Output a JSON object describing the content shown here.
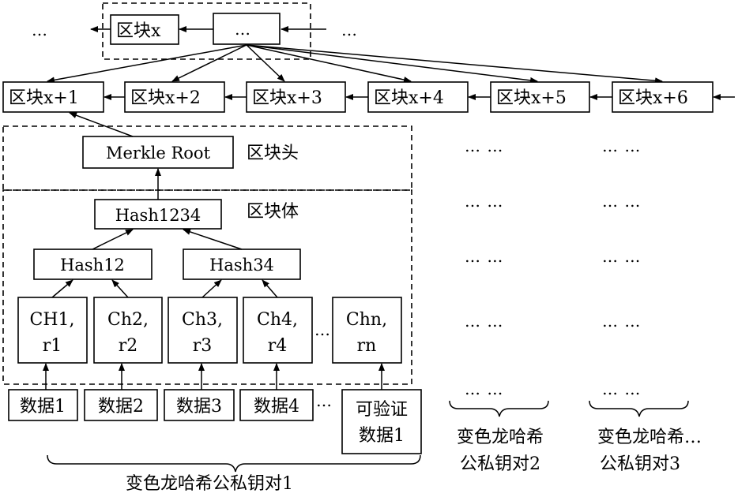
{
  "chain": {
    "top_left_dots": "…",
    "top_right_dots": "…",
    "block_x": "区块x",
    "block_x_ellipsis": "…",
    "blocks": [
      "区块x+1",
      "区块x+2",
      "区块x+3",
      "区块x+4",
      "区块x+5",
      "区块x+6"
    ]
  },
  "header": {
    "merkle_root": "Merkle Root",
    "label": "区块头"
  },
  "body": {
    "label": "区块体",
    "hash1234": "Hash1234",
    "hash12": "Hash12",
    "hash34": "Hash34",
    "ch_nodes": [
      {
        "line1": "CH1,",
        "line2": "r1"
      },
      {
        "line1": "Ch2,",
        "line2": "r2"
      },
      {
        "line1": "Ch3,",
        "line2": "r3"
      },
      {
        "line1": "Ch4,",
        "line2": "r4"
      },
      {
        "line1": "Chn,",
        "line2": "rn"
      }
    ],
    "ch_gap_dots": "…"
  },
  "data": {
    "items": [
      "数据1",
      "数据2",
      "数据3",
      "数据4"
    ],
    "gap_dots": "…",
    "verifiable": {
      "line1": "可验证",
      "line2": "数据1"
    }
  },
  "key_pairs": {
    "pair1": "变色龙哈希公私钥对1",
    "pair2": {
      "line1": "变色龙哈希",
      "line2": "公私钥对2"
    },
    "pair3": {
      "line1": "变色龙哈希…",
      "line2": "公私钥对3"
    },
    "grid_dots": "…   …"
  }
}
